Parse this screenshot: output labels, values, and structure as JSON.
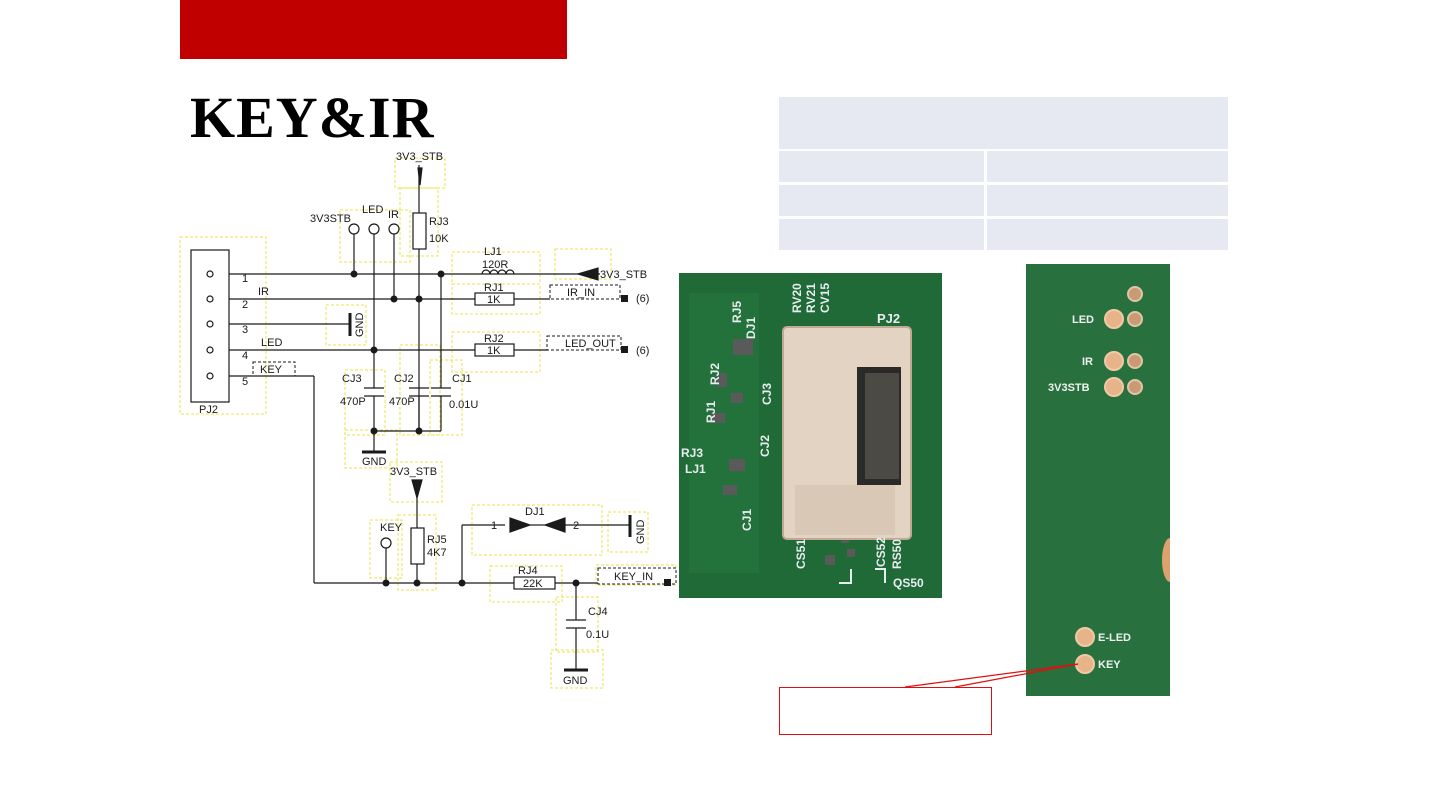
{
  "slide": {
    "title": "KEY&IR",
    "accent_color": "#c00000"
  },
  "schematic": {
    "net_3v3_stb": "3V3_STB",
    "rj3": {
      "ref": "RJ3",
      "value": "10K"
    },
    "lj1": {
      "ref": "LJ1",
      "value": "120R"
    },
    "rj1": {
      "ref": "RJ1",
      "value": "1K"
    },
    "rj2": {
      "ref": "RJ2",
      "value": "1K"
    },
    "rj4": {
      "ref": "RJ4",
      "value": "22K"
    },
    "rj5": {
      "ref": "RJ5",
      "value": "4K7"
    },
    "cj1": {
      "ref": "CJ1",
      "value": "0.01U"
    },
    "cj2": {
      "ref": "CJ2",
      "value": "470P"
    },
    "cj3": {
      "ref": "CJ3",
      "value": "470P"
    },
    "cj4": {
      "ref": "CJ4",
      "value": "0.1U"
    },
    "dj1": {
      "ref": "DJ1",
      "pin1": "1",
      "pin2": "2"
    },
    "connector": {
      "ref": "PJ2",
      "pins": [
        "1",
        "2",
        "3",
        "4",
        "5"
      ]
    },
    "tp_3v3stb": "3V3STB",
    "tp_led": "LED",
    "tp_ir": "IR",
    "tp_key": "KEY",
    "net_ir": "IR",
    "net_led": "LED",
    "net_key": "KEY",
    "gnd": "GND",
    "port_ir_in": "IR_IN",
    "port_led_out": "LED_OUT",
    "port_key_in": "KEY_IN",
    "sheet_ref": "(6)"
  },
  "photo_left": {
    "labels": [
      "RJ5",
      "DJ1",
      "RV20",
      "RV21",
      "CV15",
      "PJ2",
      "RJ2",
      "RJ1",
      "CJ3",
      "CJ2",
      "RJ3",
      "LJ1",
      "CJ1",
      "CS51",
      "CS52",
      "RS50",
      "QS50"
    ]
  },
  "photo_right": {
    "labels": [
      "LED",
      "IR",
      "3V3STB",
      "E-LED",
      "KEY"
    ]
  }
}
